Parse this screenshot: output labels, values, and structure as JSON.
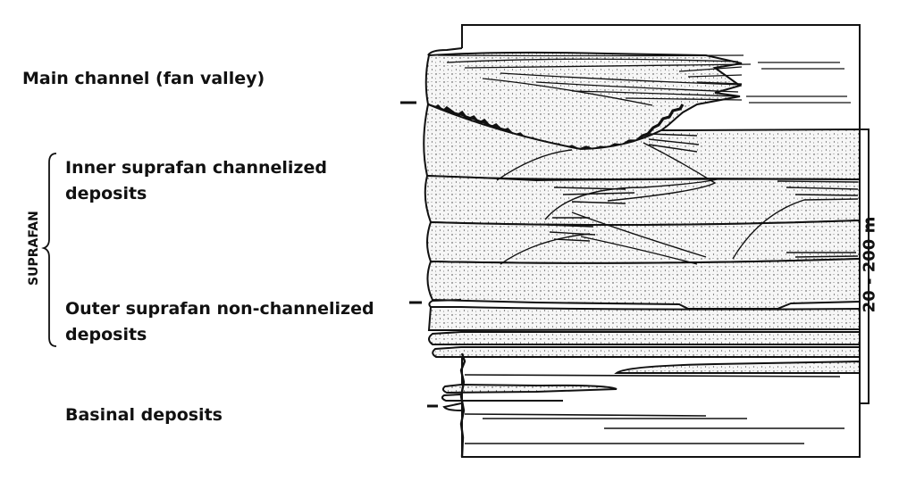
{
  "labels": {
    "main_channel": "Main channel (fan valley)",
    "inner_suprafan_line1": "Inner suprafan channelized",
    "inner_suprafan_line2": "deposits",
    "outer_suprafan_line1": "Outer suprafan non-channelized",
    "outer_suprafan_line2": "deposits",
    "basinal": "Basinal deposits",
    "suprafan": "SUPRAFAN",
    "scale": "20 - 200 m"
  },
  "colors": {
    "ink": "#111111",
    "sand_fill": "#f4f4f4",
    "background": "#ffffff"
  }
}
